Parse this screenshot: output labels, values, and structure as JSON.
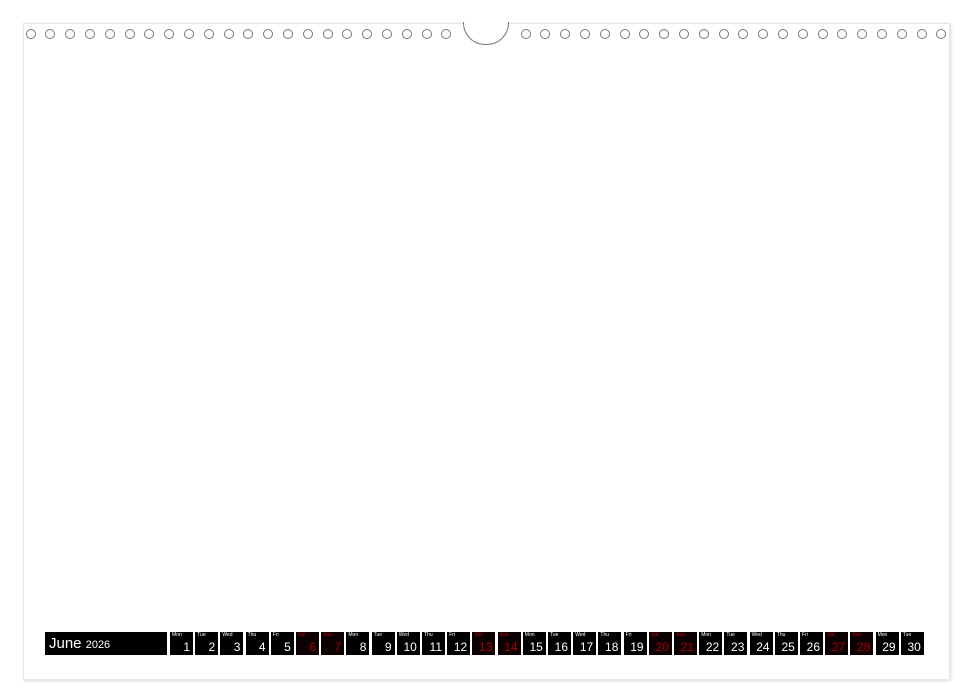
{
  "calendar": {
    "month": "June",
    "year": "2026",
    "weekend_color": "#c00010",
    "days": [
      {
        "wd": "Mon",
        "n": "1",
        "we": false
      },
      {
        "wd": "Tue",
        "n": "2",
        "we": false
      },
      {
        "wd": "Wed",
        "n": "3",
        "we": false
      },
      {
        "wd": "Thu",
        "n": "4",
        "we": false
      },
      {
        "wd": "Fri",
        "n": "5",
        "we": false
      },
      {
        "wd": "Sat",
        "n": "6",
        "we": true
      },
      {
        "wd": "Sun",
        "n": "7",
        "we": true
      },
      {
        "wd": "Mon",
        "n": "8",
        "we": false
      },
      {
        "wd": "Tue",
        "n": "9",
        "we": false
      },
      {
        "wd": "Wed",
        "n": "10",
        "we": false
      },
      {
        "wd": "Thu",
        "n": "11",
        "we": false
      },
      {
        "wd": "Fri",
        "n": "12",
        "we": false
      },
      {
        "wd": "Sat",
        "n": "13",
        "we": true
      },
      {
        "wd": "Sun",
        "n": "14",
        "we": true
      },
      {
        "wd": "Mon",
        "n": "15",
        "we": false
      },
      {
        "wd": "Tue",
        "n": "16",
        "we": false
      },
      {
        "wd": "Wed",
        "n": "17",
        "we": false
      },
      {
        "wd": "Thu",
        "n": "18",
        "we": false
      },
      {
        "wd": "Fri",
        "n": "19",
        "we": false
      },
      {
        "wd": "Sat",
        "n": "20",
        "we": true
      },
      {
        "wd": "Sun",
        "n": "21",
        "we": true
      },
      {
        "wd": "Mon",
        "n": "22",
        "we": false
      },
      {
        "wd": "Tue",
        "n": "23",
        "we": false
      },
      {
        "wd": "Wed",
        "n": "24",
        "we": false
      },
      {
        "wd": "Thu",
        "n": "25",
        "we": false
      },
      {
        "wd": "Fri",
        "n": "26",
        "we": false
      },
      {
        "wd": "Sat",
        "n": "27",
        "we": true
      },
      {
        "wd": "Sun",
        "n": "28",
        "we": true
      },
      {
        "wd": "Mon",
        "n": "29",
        "we": false
      },
      {
        "wd": "Tue",
        "n": "30",
        "we": false
      }
    ]
  }
}
